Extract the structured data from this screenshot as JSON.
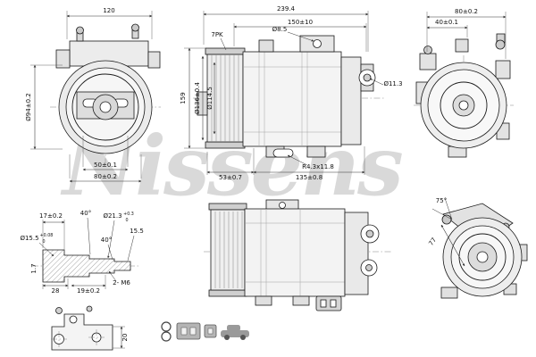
{
  "watermark": "Nissens",
  "colors": {
    "ink": "#1a1a1a",
    "watermark_gray": "#bdbdbd"
  },
  "icons": {
    "seal_rings": "seal-rings-icon",
    "connector": "connector-icon",
    "plug": "plug-icon",
    "car": "car-icon"
  },
  "views": {
    "front_pulley": {
      "dim_width": "120",
      "dim_pulley_dia": "Ø94±0.2",
      "dim_hub": "50±0.1",
      "dim_mount": "80±0.2"
    },
    "side_profile": {
      "dim_total_length": "239.4",
      "dim_body_length": "150±10",
      "belt_type": "7PK",
      "dim_hole": "Ø8.5",
      "dim_height": "159",
      "dim_pulley_od": "Ø136±0.4",
      "dim_pulley_id": "Ø114.5",
      "dim_port": "Ø11.3",
      "dim_slot": "R4.3x11.8",
      "dim_front": "53±0.7",
      "dim_rear": "135±0.8"
    },
    "rear_view": {
      "dim_width": "80±0.2",
      "dim_offset": "40±0.1"
    },
    "shaft_detail": {
      "dim_length": "17±0.2",
      "angle_top": "40°",
      "dim_bore": "Ø21.3",
      "tol_bore_plus": "+0.3",
      "tol_bore_zero": "0",
      "dim_tip": "15.5",
      "dim_shaft": "Ø15.5",
      "tol_shaft_plus": "+0.08",
      "tol_shaft_zero": "0",
      "angle_side": "40°",
      "dim_step": "1.7",
      "dim_28": "28",
      "dim_19": "19±0.2",
      "thread_note": "2- M6"
    },
    "rear_iso": {
      "angle": "75°",
      "dim_span": "77"
    },
    "bracket_detail": {
      "dim_height": "20"
    }
  }
}
